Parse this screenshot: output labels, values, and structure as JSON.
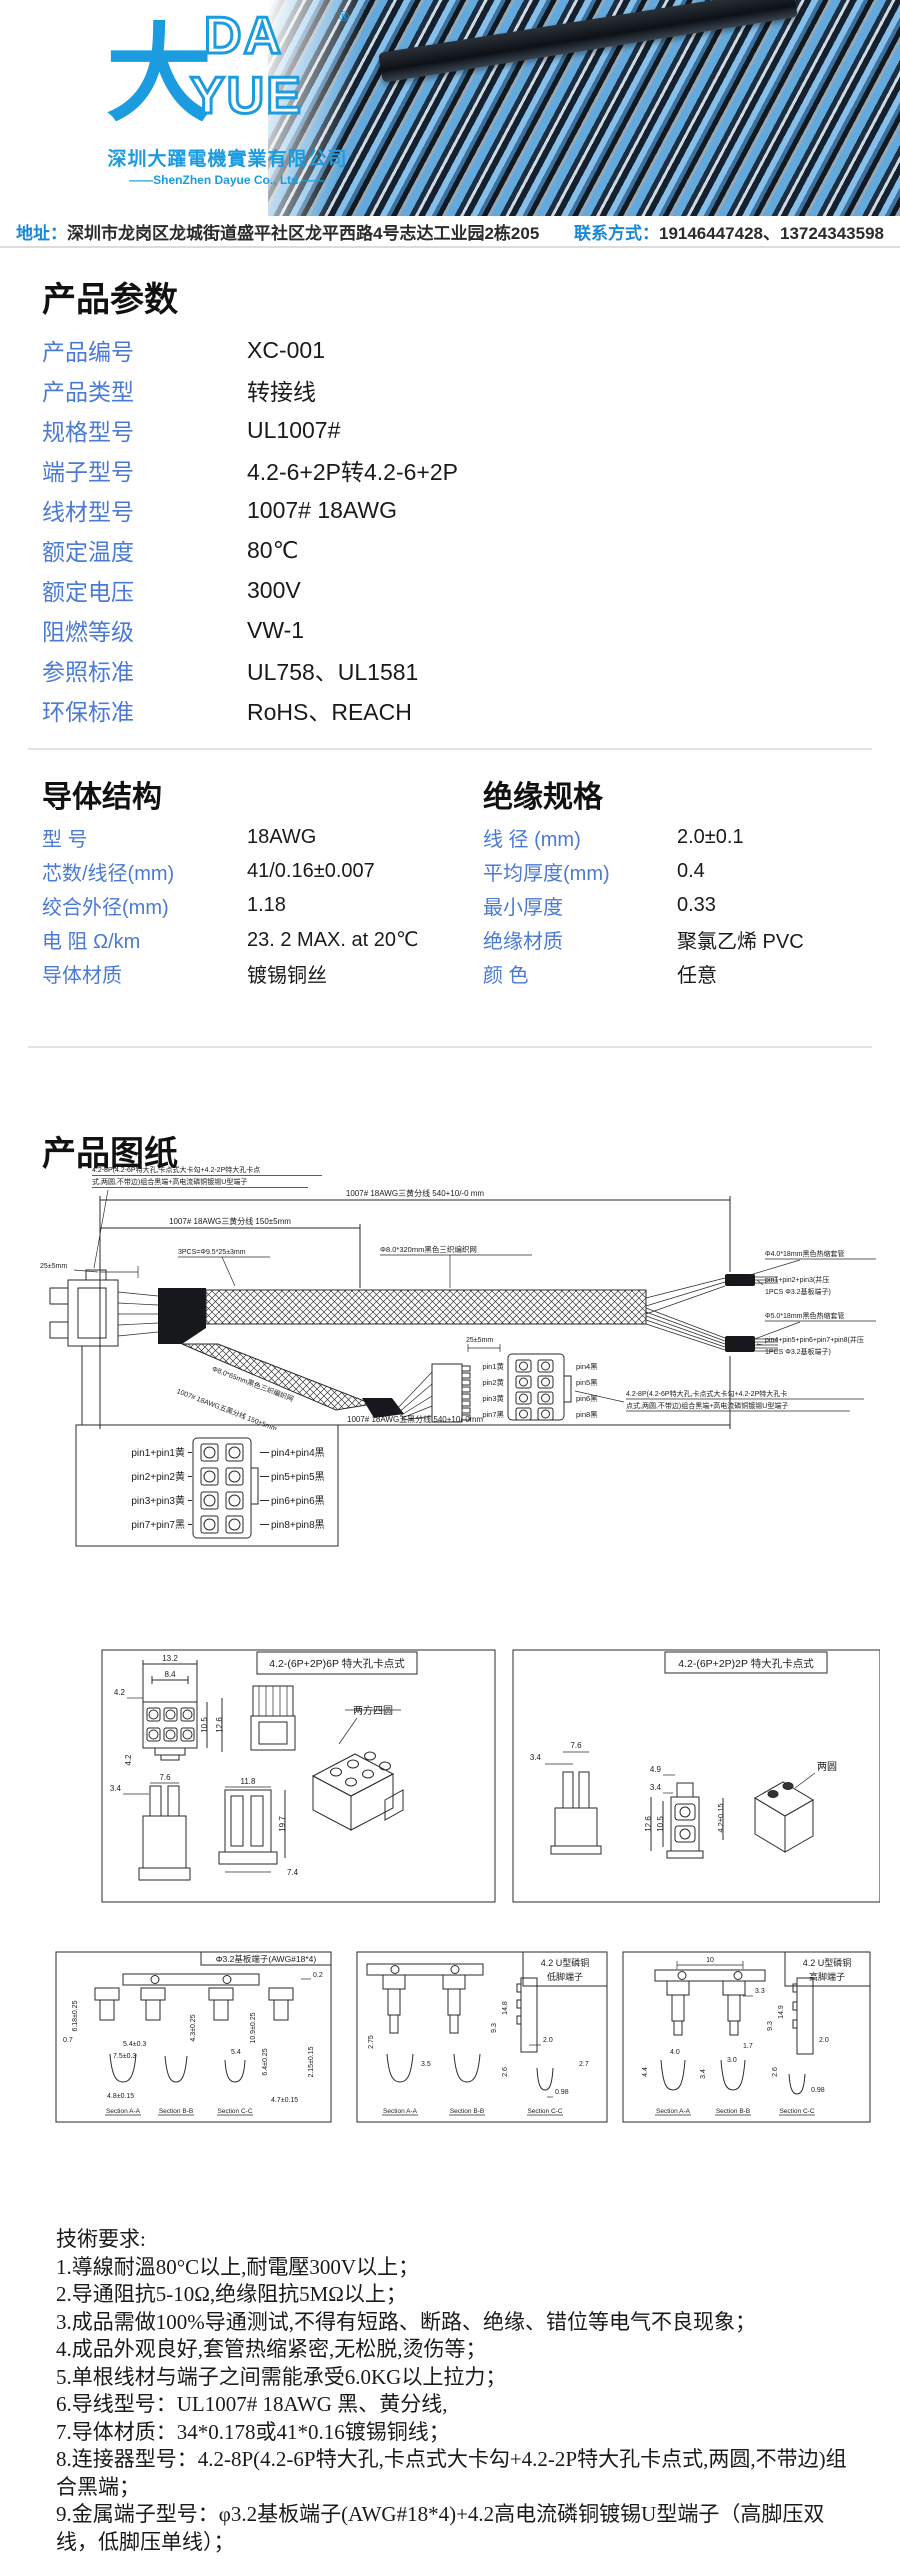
{
  "header": {
    "logo": {
      "big_char": "大",
      "word_top": "DA",
      "word_bottom": "YUE",
      "reg": "®",
      "company_zh": "深圳大躍電機實業有限公司",
      "company_en": "——ShenZhen Dayue Co., Ltd.——",
      "brand_blue": "#1b9ce0"
    },
    "contact": {
      "address_label": "地址：",
      "address": "深圳市龙岗区龙城街道盛平社区龙平西路4号志达工业园2栋205",
      "phone_label": "联系方式：",
      "phone": "19146447428、13724343598"
    }
  },
  "product_params": {
    "title": "产品参数",
    "label_blue": "#4a7ad5",
    "rows": [
      {
        "label": "产品编号",
        "value": "XC-001"
      },
      {
        "label": "产品类型",
        "value": "转接线"
      },
      {
        "label": "规格型号",
        "value": "UL1007#"
      },
      {
        "label": "端子型号",
        "value": "4.2-6+2P转4.2-6+2P"
      },
      {
        "label": "线材型号",
        "value": "1007# 18AWG"
      },
      {
        "label": "额定温度",
        "value": "80℃"
      },
      {
        "label": "额定电压",
        "value": "300V"
      },
      {
        "label": "阻燃等级",
        "value": "VW-1"
      },
      {
        "label": "参照标准",
        "value": "UL758、UL1581"
      },
      {
        "label": "环保标准",
        "value": "RoHS、REACH"
      }
    ]
  },
  "conductor": {
    "title": "导体结构",
    "rows": [
      {
        "label": "型 号",
        "value": "18AWG"
      },
      {
        "label": "芯数/线径(mm)",
        "value": "41/0.16±0.007"
      },
      {
        "label": "绞合外径(mm)",
        "value": "1.18"
      },
      {
        "label": "电 阻 Ω/km",
        "value": "23. 2 MAX. at 20℃"
      },
      {
        "label": "导体材质",
        "value": "镀锡铜丝"
      }
    ]
  },
  "insulation": {
    "title": "绝缘规格",
    "rows": [
      {
        "label": "线 径 (mm)",
        "value": "2.0±0.1"
      },
      {
        "label": "平均厚度(mm)",
        "value": "0.4"
      },
      {
        "label": "最小厚度",
        "value": "0.33"
      },
      {
        "label": "绝缘材质",
        "value": "聚氯乙烯 PVC"
      },
      {
        "label": "颜 色",
        "value": "任意"
      }
    ]
  },
  "drawing": {
    "title": "产品图纸",
    "assembly": {
      "ann_top_1": "4.2-8P(4.2-6P特大孔,卡点式大卡勾+4.2-2P特大孔卡点",
      "ann_top_2": "式,两圆,不带边)组合黑端+高电流磷铜镀锡U型端子",
      "dim_540_top": "1007# 18AWG三黄分线 540+10/-0 mm",
      "dim_150_top": "1007# 18AWG三黄分线 150±5mm",
      "dim_25_left": "25±5mm",
      "dim_3pcs": "3PCS=Φ9.5*25±3mm",
      "braid_label": "Φ8.0*320mm黑色三织编织网",
      "hs_top": "Φ4.0*18mm黑色热缩套管",
      "pin_top_1": "pin1+pin2+pin3(并压",
      "pin_top_2": "1PCS Φ3.2基板端子)",
      "hs_bot": "Φ5.0*18mm黑色热缩套管",
      "pin_bot_1": "pin4+pin5+pin6+pin7+pin8(并压",
      "pin_bot_2": "1PCS Φ3.2基板端子)",
      "dim_25_mid": "25±5mm",
      "pin_left": [
        "pin1黄",
        "pin2黄",
        "pin3黄",
        "pin7黑"
      ],
      "pin_right": [
        "pin4黑",
        "pin5黑",
        "pin6黑",
        "pin8黑"
      ],
      "ann_bot_1": "4.2-8P(4.2-6P特大孔,卡点式大卡勾+4.2-2P特大孔卡",
      "ann_bot_2": "点式,两圆,不带边)组合黑端+高电流磷铜镀锡U型端子",
      "dim_540_bot": "1007# 18AWG五黑分线 540+10/-0mm",
      "diag_braid_label": "Φ8.0*65mm黑色三织编织网",
      "diag_wire_label": "1007# 18AWG五黑分线 150±5mm"
    },
    "pinmap": {
      "left": [
        "pin1+pin1黄",
        "pin2+pin2黄",
        "pin3+pin3黄",
        "pin7+pin7黑"
      ],
      "right": [
        "pin4+pin4黑",
        "pin5+pin5黑",
        "pin6+pin6黑",
        "pin8+pin8黑"
      ]
    },
    "panel_6p": {
      "title": "4.2-(6P+2P)6P 特大孔卡点式",
      "iso_label": "两方四圆",
      "dims": [
        "13.2",
        "8.4",
        "4.2",
        "10.5",
        "12.6",
        "4.2",
        "7.6",
        "3.4",
        "11.8",
        "19.7",
        "7.4"
      ]
    },
    "panel_2p": {
      "title": "4.2-(6P+2P)2P 特大孔卡点式",
      "iso_label": "两圆",
      "dims": [
        "3.4",
        "7.6",
        "4.9",
        "3.4",
        "12.6",
        "10.5",
        "4.2±0.15"
      ]
    },
    "term_a": {
      "title": "Φ3.2基板端子(AWG#18*4)",
      "dims": [
        "0.2",
        "6.18±0.25",
        "0.7",
        "5.4±0.3",
        "7.5±0.3",
        "4.3±0.25",
        "5.4",
        "10.9±0.25",
        "6.4±0.25",
        "2.15±0.15",
        "4.8±0.15",
        "4.7±0.15"
      ],
      "sections": [
        "Section A-A",
        "Section B-B",
        "Section C-C"
      ]
    },
    "term_b": {
      "title_1": "4.2 U型磷铜",
      "title_2": "低脚端子",
      "dims": [
        "14.8",
        "9.3",
        "2.0",
        "2.6",
        "2.75",
        "3.5",
        "2.7",
        "0.98"
      ],
      "sections": [
        "Section A-A",
        "Section B-B",
        "Section C-C"
      ]
    },
    "term_c": {
      "title_1": "4.2 U型磷铜",
      "title_2": "高脚端子",
      "dims": [
        "10",
        "3.3",
        "14.9",
        "9.3",
        "1.7",
        "2.0",
        "4.4",
        "4.0",
        "3.4",
        "3.0",
        "2.6",
        "0.98"
      ],
      "sections": [
        "Section A-A",
        "Section B-B",
        "Section C-C"
      ]
    }
  },
  "tech": {
    "title": "技術要求:",
    "lines": [
      "1.導線耐溫80°C以上,耐電壓300V以上；",
      "2.导通阻抗5-10Ω,绝缘阻抗5MΩ以上；",
      "3.成品需做100%导通测试,不得有短路、断路、绝缘、错位等电气不良现象；",
      "4.成品外观良好,套管热缩紧密,无松脱,烫伤等；",
      "5.单根线材与端子之间需能承受6.0KG以上拉力；",
      "6.导线型号：UL1007# 18AWG 黑、黄分线,",
      "7.导体材质：34*0.178或41*0.16镀锡铜线；",
      "8.连接器型号：4.2-8P(4.2-6P特大孔,卡点式大卡勾+4.2-2P特大孔卡点式,两圆,不带边)组合黑端；",
      "9.金属端子型号：φ3.2基板端子(AWG#18*4)+4.2高电流磷铜镀锡U型端子（高脚压双线，低脚压单线）；"
    ]
  }
}
